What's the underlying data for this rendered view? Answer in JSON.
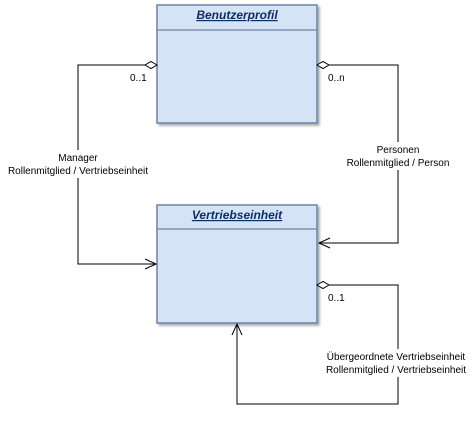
{
  "colors": {
    "class_fill": "#d5e3f7",
    "class_border": "#6d84a6",
    "title_text": "#0c2d5f",
    "line": "#000000"
  },
  "classes": {
    "benutzerprofil": {
      "name": "Benutzerprofil"
    },
    "vertriebseinheit": {
      "name": "Vertriebseinheit"
    }
  },
  "relations": {
    "manager": {
      "role": "Manager",
      "member": "Rollenmitglied / Vertriebseinheit",
      "multiplicity": "0..1"
    },
    "personen": {
      "role": "Personen",
      "member": "Rollenmitglied / Person",
      "multiplicity": "0..n"
    },
    "uebergeordnete": {
      "role": "Übergeordnete Vertriebseinheit",
      "member": "Rollenmitglied / Vertriebseinheit",
      "multiplicity": "0..1"
    }
  }
}
